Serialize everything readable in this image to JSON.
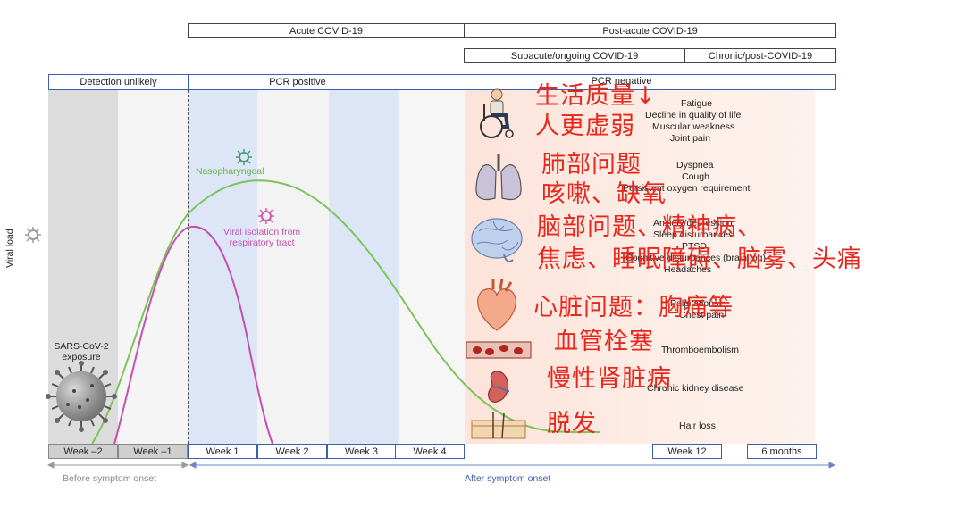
{
  "phases": {
    "acute": "Acute COVID-19",
    "post_acute": "Post-acute COVID-19",
    "subacute": "Subacute/ongoing COVID-19",
    "chronic": "Chronic/post-COVID-19"
  },
  "tests": {
    "detection_unlikely": "Detection unlikely",
    "pcr_positive": "PCR positive",
    "pcr_negative": "PCR negative"
  },
  "curves": {
    "nasopharyngeal": "Nasopharyngeal",
    "viral_isolation": "Viral isolation from\nrespiratory tract",
    "color_nasopharyngeal": "#7cc35a",
    "color_isolation": "#c64fb0"
  },
  "y_label": "Viral load",
  "exposure": "SARS-CoV-2\nexposure",
  "weeks": [
    "Week –2",
    "Week –1",
    "Week 1",
    "Week 2",
    "Week 3",
    "Week 4",
    "Week 12",
    "6 months"
  ],
  "timeline": {
    "before": "Before symptom onset",
    "after": "After symptom onset"
  },
  "symptoms": {
    "fatigue": "Fatigue",
    "qol": "Decline in quality of life",
    "muscle": "Muscular weakness",
    "joint": "Joint pain",
    "dyspnea": "Dyspnea",
    "cough": "Cough",
    "oxygen": "Persistent oxygen requirement",
    "anxiety": "Anxiety/depression",
    "sleep": "Sleep disturbances",
    "ptsd": "PTSD",
    "cognitive": "Cognitive disturbances (brain fog)",
    "headaches": "Headaches",
    "palpitations": "Palpitations",
    "chest": "Chest pain",
    "thrombo": "Thromboembolism",
    "ckd": "Chronic kidney disease",
    "hair": "Hair loss"
  },
  "annotations": {
    "a1": "生活质量↓",
    "a2": "人更虚弱",
    "a3": "肺部问题",
    "a4": "咳嗽、缺氧",
    "a5": "脑部问题、精神病、",
    "a6": "焦虑、睡眠障碍、脑雾、头痛",
    "a7": "心脏问题：胸痛等",
    "a8": "血管栓塞",
    "a9": "慢性肾脏病",
    "a10": "脱发"
  },
  "icons": [
    "wheelchair-person-icon",
    "lungs-icon",
    "brain-icon",
    "heart-icon",
    "blood-vessel-icon",
    "kidney-icon",
    "skin-hair-icon",
    "virus-icon"
  ]
}
